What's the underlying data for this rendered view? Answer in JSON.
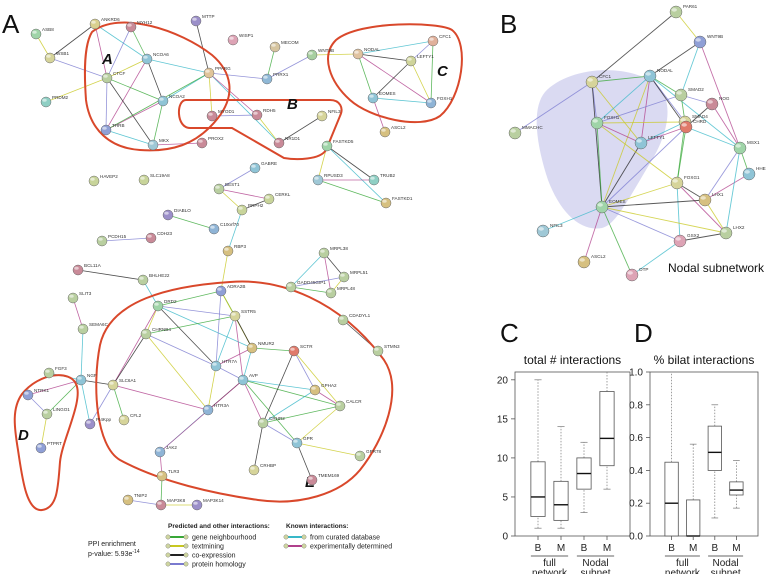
{
  "panel_letters": {
    "a": "A",
    "b": "B",
    "c": "C",
    "d": "D"
  },
  "cluster_letters": {
    "A": "A",
    "B": "B",
    "C": "C",
    "D": "D",
    "E": "E"
  },
  "network_a": {
    "nodes": [
      {
        "id": "ASB8",
        "label": "ASB8",
        "color": "#9fd4a8"
      },
      {
        "id": "ANKRD6",
        "label": "ANKRD6",
        "color": "#d9d08f"
      },
      {
        "id": "MYH12",
        "label": "MYH12",
        "color": "#c98a98"
      },
      {
        "id": "MTTP",
        "label": "MTTP",
        "color": "#9b8fc9"
      },
      {
        "id": "WSB1",
        "label": "WSB1",
        "color": "#d6d49a"
      },
      {
        "id": "NCOA6",
        "label": "NCOA6",
        "color": "#8fc4d6"
      },
      {
        "id": "WISP1",
        "label": "WISP1",
        "color": "#dda3b5"
      },
      {
        "id": "MECOM",
        "label": "MECOM",
        "color": "#d6c5a0"
      },
      {
        "id": "WNT9B",
        "label": "WNT9B",
        "color": "#a8cfa0"
      },
      {
        "id": "CFC1",
        "label": "CFC1",
        "color": "#e0b09a"
      },
      {
        "id": "NODAL",
        "label": "NODAL",
        "color": "#e0c3a0"
      },
      {
        "id": "LEFTY1",
        "label": "LEFTY1",
        "color": "#cfd49a"
      },
      {
        "id": "CTCF",
        "label": "CTCF",
        "color": "#b9cfa0"
      },
      {
        "id": "PPARG",
        "label": "PPARG",
        "color": "#e0c49a"
      },
      {
        "id": "PRRX1",
        "label": "PRRX1",
        "color": "#8fb8d6"
      },
      {
        "id": "PRDM2",
        "label": "PRDM2",
        "color": "#8fcfc4"
      },
      {
        "id": "NCOA2",
        "label": "NCOA2",
        "color": "#8fc4d6"
      },
      {
        "id": "FOXH1",
        "label": "FOXH1",
        "color": "#8fb4d6"
      },
      {
        "id": "EOMES",
        "label": "EOMES",
        "color": "#8fc4d6"
      },
      {
        "id": "MYOD1",
        "label": "MYOD1",
        "color": "#c98a98"
      },
      {
        "id": "RDH5",
        "label": "RDH5",
        "color": "#c98a98"
      },
      {
        "id": "NFIL3",
        "label": "NFIL3",
        "color": "#d6d49a"
      },
      {
        "id": "THRB",
        "label": "THRB",
        "color": "#8f9fd6"
      },
      {
        "id": "NR1D1",
        "label": "NR1D1",
        "color": "#c98a98"
      },
      {
        "id": "ASCL2",
        "label": "ASCL2",
        "color": "#d6c080"
      },
      {
        "id": "MKX",
        "label": "MKX",
        "color": "#9fc8d6"
      },
      {
        "id": "PROX2",
        "label": "PROX2",
        "color": "#c98a98"
      },
      {
        "id": "FASTKD5",
        "label": "FASTKD5",
        "color": "#9fd4a8"
      },
      {
        "id": "GABRE",
        "label": "GABRE",
        "color": "#8fc4d6"
      },
      {
        "id": "HAVEP2",
        "label": "HAVEP2",
        "color": "#c8d49a"
      },
      {
        "id": "SLC19A8",
        "label": "SLC19A8",
        "color": "#c8d49a"
      },
      {
        "id": "BEST1",
        "label": "BEST1",
        "color": "#b9cfa0"
      },
      {
        "id": "RPUSD3",
        "label": "RPUSD3",
        "color": "#9fc8d6"
      },
      {
        "id": "TRUB2",
        "label": "TRUB2",
        "color": "#8fcfc4"
      },
      {
        "id": "CERKL",
        "label": "CERKL",
        "color": "#c8d49a"
      },
      {
        "id": "FASTKD1",
        "label": "FASTKD1",
        "color": "#d6c080"
      },
      {
        "id": "PRPH2",
        "label": "PRPH2",
        "color": "#c8d49a"
      },
      {
        "id": "DIABLO",
        "label": "DIABLO",
        "color": "#9b8fc9"
      },
      {
        "id": "C10orf70",
        "label": "C10orf70",
        "color": "#8fb4d6"
      },
      {
        "id": "PCDH15",
        "label": "PCDH15",
        "color": "#b9cfa0"
      },
      {
        "id": "CDH23",
        "label": "CDH23",
        "color": "#c98a98"
      },
      {
        "id": "RBP3",
        "label": "RBP3",
        "color": "#d6c080"
      },
      {
        "id": "MRPL38",
        "label": "MRPL38",
        "color": "#b9cfa0"
      },
      {
        "id": "BCL11A",
        "label": "BCL11A",
        "color": "#c98a98"
      },
      {
        "id": "BHLHE22",
        "label": "BHLHE22",
        "color": "#b9cfa0"
      },
      {
        "id": "MRPL51",
        "label": "MRPL51",
        "color": "#b9cfa0"
      },
      {
        "id": "GADD45GIP1",
        "label": "GADD45GIP1",
        "color": "#b9cfa0"
      },
      {
        "id": "MRPL48",
        "label": "MRPL48",
        "color": "#b9cfa0"
      },
      {
        "id": "ADRA2B",
        "label": "ADRA2B",
        "color": "#8f9fd6"
      },
      {
        "id": "SLIT3",
        "label": "SLIT3",
        "color": "#b9cfa0"
      },
      {
        "id": "DRD2",
        "label": "DRD2",
        "color": "#9fd4a8"
      },
      {
        "id": "SSTR5",
        "label": "SSTR5",
        "color": "#d6d49a"
      },
      {
        "id": "CDADYL1",
        "label": "CDADYL1",
        "color": "#b9cfa0"
      },
      {
        "id": "SEMA6C",
        "label": "SEMA6C",
        "color": "#b9cfa0"
      },
      {
        "id": "CHRNB4",
        "label": "CHRNB4",
        "color": "#b9cfa0"
      },
      {
        "id": "NMUR2",
        "label": "NMUR2",
        "color": "#d6c080"
      },
      {
        "id": "SCTR",
        "label": "SCTR",
        "color": "#e07a6a"
      },
      {
        "id": "STMN3",
        "label": "STMN3",
        "color": "#b9cfa0"
      },
      {
        "id": "FGF3",
        "label": "FGF3",
        "color": "#b9cfa0"
      },
      {
        "id": "NGF",
        "label": "NGF",
        "color": "#8fc4d6"
      },
      {
        "id": "HTR7A",
        "label": "HTR7A",
        "color": "#8fc4d6"
      },
      {
        "id": "AVP",
        "label": "AVP",
        "color": "#8fc4d6"
      },
      {
        "id": "GPHA2",
        "label": "GPHA2",
        "color": "#d6c080"
      },
      {
        "id": "NTRK1",
        "label": "NTRK1",
        "color": "#8f9fd6"
      },
      {
        "id": "SLC6A1",
        "label": "SLC6A1",
        "color": "#d6d49a"
      },
      {
        "id": "LINGO1",
        "label": "LINGO1",
        "color": "#b9cfa0"
      },
      {
        "id": "PI4Kpp",
        "label": "PI4Kpp",
        "color": "#9b8fc9"
      },
      {
        "id": "HTR3A",
        "label": "HTR3A",
        "color": "#8fb4d6"
      },
      {
        "id": "CALCR",
        "label": "CALCR",
        "color": "#b9cfa0"
      },
      {
        "id": "CFL2",
        "label": "CFL2",
        "color": "#d6d49a"
      },
      {
        "id": "CRHR2",
        "label": "CRHR2",
        "color": "#b9cfa0"
      },
      {
        "id": "GPR",
        "label": "GPR",
        "color": "#8fc4d6"
      },
      {
        "id": "PTPRT",
        "label": "PTPRT",
        "color": "#8f9fd6"
      },
      {
        "id": "JAK2",
        "label": "JAK2",
        "color": "#8fb4d6"
      },
      {
        "id": "GPR78",
        "label": "GPR78",
        "color": "#b9cfa0"
      },
      {
        "id": "CRHBP",
        "label": "CRHBP",
        "color": "#d6d49a"
      },
      {
        "id": "TLR3",
        "label": "TLR3",
        "color": "#d6c080"
      },
      {
        "id": "TMEM169",
        "label": "TMEM169",
        "color": "#c98a98"
      },
      {
        "id": "TNIP2",
        "label": "TNIP2",
        "color": "#d6c080"
      },
      {
        "id": "MAP3K8",
        "label": "MAP3K8",
        "color": "#c98a98"
      },
      {
        "id": "MAP3K14",
        "label": "MAP3K14",
        "color": "#9b8fc9"
      }
    ]
  },
  "legend": {
    "ppi_label": "PPI enrichment",
    "pvalue_label": "p-value: 5.93e",
    "pvalue_exp": "-14",
    "predicted_title": "Predicted and other interactions:",
    "predicted_items": [
      {
        "label": "gene neighbourhood",
        "color": "#38a838"
      },
      {
        "label": "textmining",
        "color": "#c8c820"
      },
      {
        "label": "co-expression",
        "color": "#222222"
      },
      {
        "label": "protein homology",
        "color": "#7a7ad0"
      }
    ],
    "known_title": "Known interactions:",
    "known_items": [
      {
        "label": "from curated database",
        "color": "#38b8c8"
      },
      {
        "label": "experimentally determined",
        "color": "#b0408c"
      }
    ]
  },
  "network_b": {
    "caption": "Nodal subnetwork",
    "nodes": [
      {
        "id": "PAR61",
        "label": "PAR61",
        "color": "#b9cfa0"
      },
      {
        "id": "WNT9B",
        "label": "WNT9B",
        "color": "#8f9fd6"
      },
      {
        "id": "CFC1",
        "label": "CFC1",
        "color": "#d6d49a"
      },
      {
        "id": "NODAL",
        "label": "NODAL",
        "color": "#8fc4d6"
      },
      {
        "id": "SMAD2",
        "label": "SMAD2",
        "color": "#b9cfa0"
      },
      {
        "id": "NOG",
        "label": "NOG",
        "color": "#c98a98"
      },
      {
        "id": "MMACHC",
        "label": "MMACHC",
        "color": "#b9cfa0"
      },
      {
        "id": "FOXH1",
        "label": "FOXH1",
        "color": "#9fd4a8"
      },
      {
        "id": "SMAD4",
        "label": "SMAD4",
        "color": "#d6d49a"
      },
      {
        "id": "CHRD",
        "label": "CHRD",
        "color": "#e07a6a"
      },
      {
        "id": "LEFTY1",
        "label": "LEFTY1",
        "color": "#8fc4d6"
      },
      {
        "id": "MSX1",
        "label": "MSX1",
        "color": "#9fd4a8"
      },
      {
        "id": "FOXG1",
        "label": "FOXG1",
        "color": "#d6d49a"
      },
      {
        "id": "HHEX",
        "label": "HHEX",
        "color": "#8fc4d6"
      },
      {
        "id": "LHX1",
        "label": "LHX1",
        "color": "#d6c080"
      },
      {
        "id": "EOMES",
        "label": "EOMES",
        "color": "#9fd4a8"
      },
      {
        "id": "NFIL3",
        "label": "NFIL3",
        "color": "#9fc8d6"
      },
      {
        "id": "ASCL2",
        "label": "ASCL2",
        "color": "#d6c080"
      },
      {
        "id": "GSX2",
        "label": "GSX2",
        "color": "#dda3b5"
      },
      {
        "id": "LHX2",
        "label": "LHX2",
        "color": "#b9cfa0"
      },
      {
        "id": "OTP",
        "label": "OTP",
        "color": "#dda3b5"
      }
    ]
  },
  "chart_data": [
    {
      "type": "box",
      "title": "total # interactions",
      "ylim": [
        0,
        21
      ],
      "yticks": [
        0,
        5,
        10,
        15,
        20
      ],
      "categories": [
        "B",
        "M",
        "B",
        "M"
      ],
      "groups": [
        "full network",
        "Nodal subnet"
      ],
      "boxes": [
        {
          "whisker_low": 1,
          "q1": 2.5,
          "median": 5,
          "q3": 9.5,
          "whisker_high": 20
        },
        {
          "whisker_low": 1,
          "q1": 2,
          "median": 4,
          "q3": 7,
          "whisker_high": 14
        },
        {
          "whisker_low": 3,
          "q1": 6,
          "median": 8,
          "q3": 10,
          "whisker_high": 12
        },
        {
          "whisker_low": 6,
          "q1": 9,
          "median": 12.5,
          "q3": 18.5,
          "whisker_high": 21
        }
      ]
    },
    {
      "type": "box",
      "title": "% bilat interactions",
      "ylim": [
        0,
        1.0
      ],
      "yticks": [
        "0.0",
        "0.2",
        "0.4",
        "0.6",
        "0.8",
        "1.0"
      ],
      "categories": [
        "B",
        "M",
        "B",
        "M"
      ],
      "groups": [
        "full network",
        "Nodal subnet"
      ],
      "boxes": [
        {
          "whisker_low": 0,
          "q1": 0,
          "median": 0.2,
          "q3": 0.45,
          "whisker_high": 1.0
        },
        {
          "whisker_low": 0,
          "q1": 0,
          "median": 0,
          "q3": 0.22,
          "whisker_high": 0.56
        },
        {
          "whisker_low": 0.11,
          "q1": 0.4,
          "median": 0.51,
          "q3": 0.67,
          "whisker_high": 0.8
        },
        {
          "whisker_low": 0.17,
          "q1": 0.25,
          "median": 0.28,
          "q3": 0.33,
          "whisker_high": 0.46
        }
      ]
    }
  ]
}
